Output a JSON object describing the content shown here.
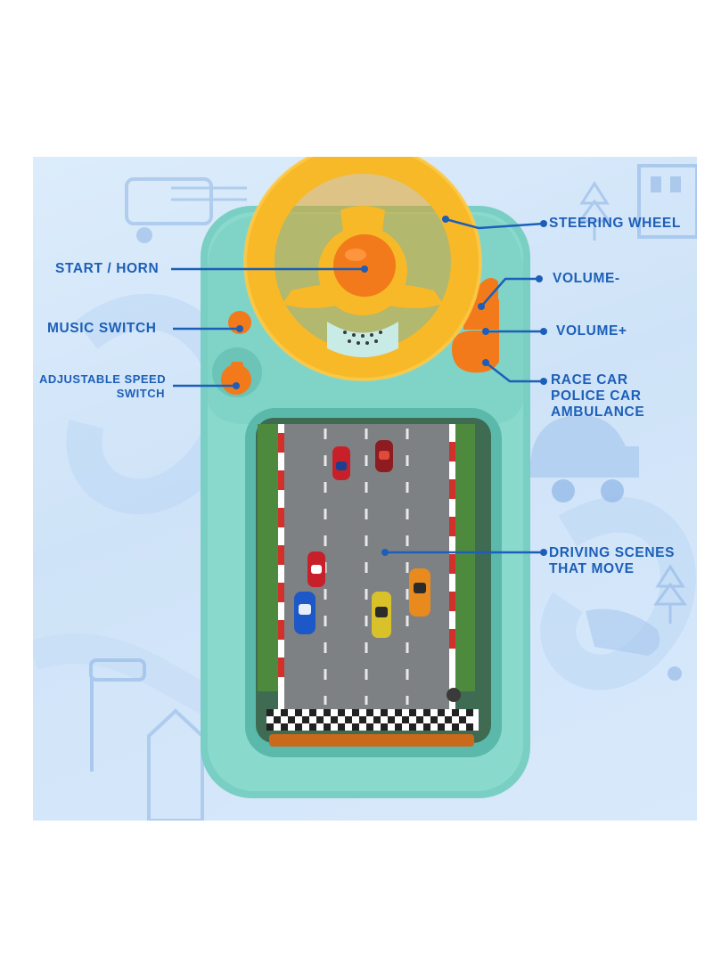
{
  "callouts": {
    "steering_wheel": "STEERING WHEEL",
    "start_horn": "START / HORN",
    "volume_minus": "VOLUME-",
    "music_switch": "MUSIC SWITCH",
    "volume_plus": "VOLUME+",
    "adjustable_speed_line1": "ADJUSTABLE SPEED",
    "adjustable_speed_line2": "SWITCH",
    "vehicles_line1": "RACE CAR",
    "vehicles_line2": "POLICE CAR",
    "vehicles_line3": "AMBULANCE",
    "driving_scenes_line1": "DRIVING SCENES",
    "driving_scenes_line2": "THAT MOVE"
  },
  "colors": {
    "callout_blue": "#1d5fb8",
    "toy_body": "#79cfc3",
    "wheel_yellow": "#f7b928",
    "button_orange": "#f27a1a",
    "road_gray": "#7e8184"
  }
}
